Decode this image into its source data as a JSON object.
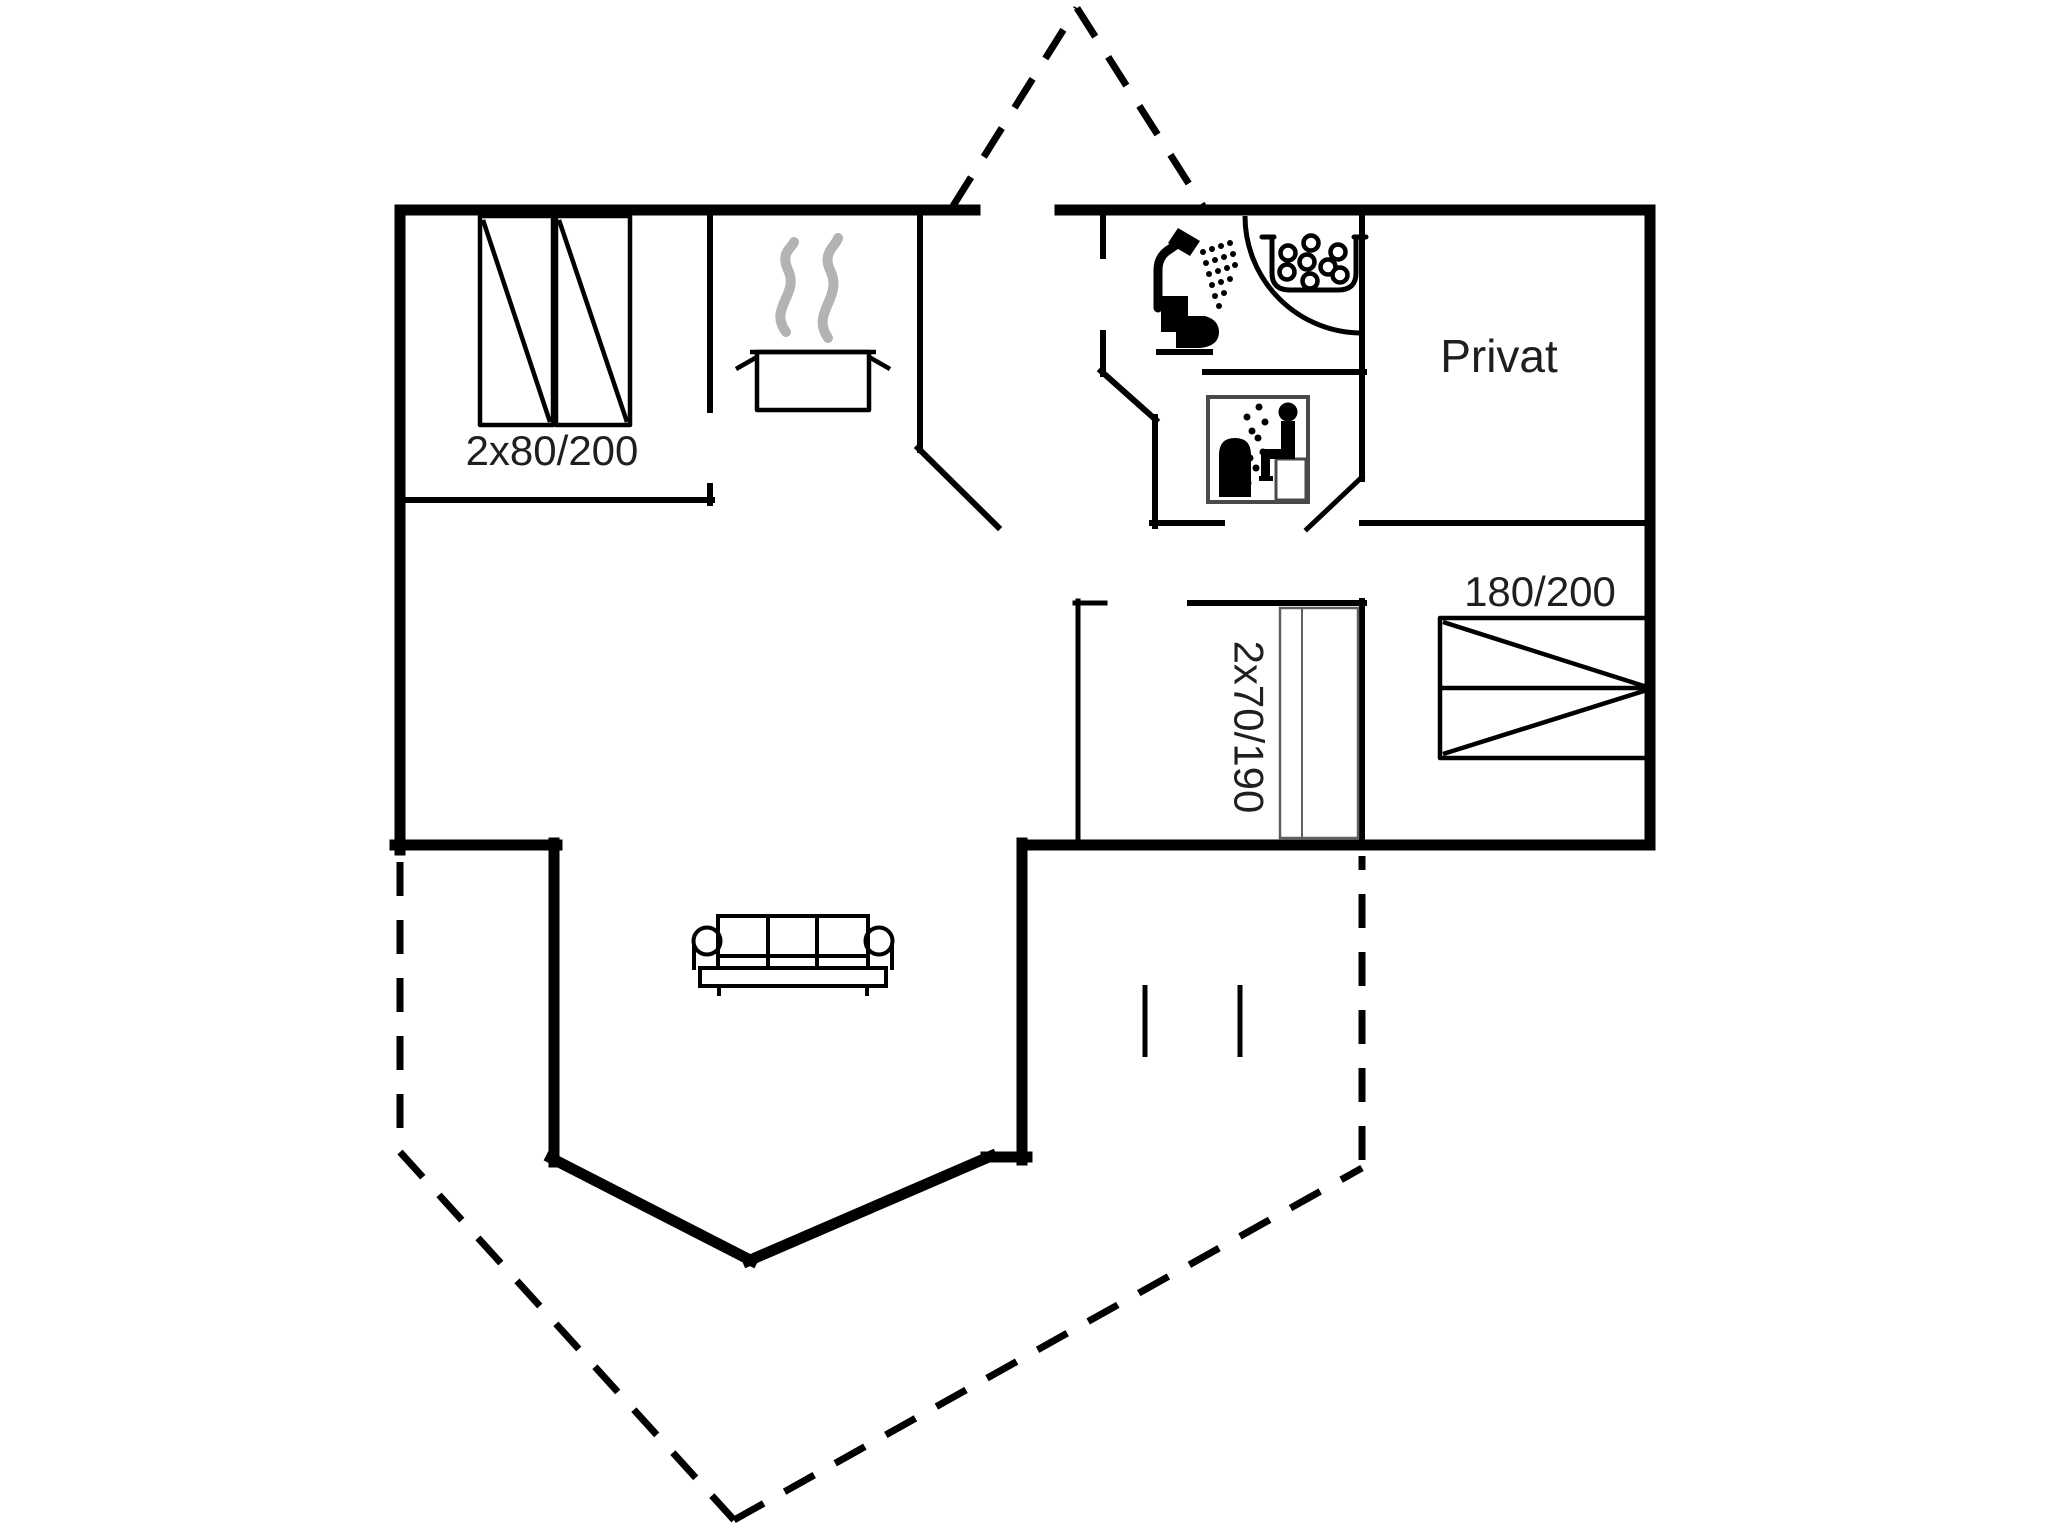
{
  "plan": {
    "type": "holiday-house floor plan",
    "labels": {
      "bedroom_beds": "2x80/200",
      "private_room": "Privat",
      "double_bed": "180/200",
      "bunk_bed": "2x70/190"
    },
    "colors": {
      "wall": "#000000",
      "text": "#1f1f1f",
      "steam": "#b3b3b3",
      "sauna_border": "#4a4a4a",
      "bunk_line": "#606060",
      "background": "#ffffff"
    },
    "icons": {
      "kitchen": "pot-icon",
      "kitchen_steam": "steam-icon",
      "bathroom_shower": "shower-icon",
      "bathroom_toilet": "toilet-icon",
      "bathroom_whirlpool": "whirlpool-icon",
      "sauna": "sauna-icon",
      "living_room": "sofa-icon",
      "single_beds": "bed-icon",
      "double_bed": "bed-icon",
      "bunk_bed": "bed-icon"
    }
  }
}
